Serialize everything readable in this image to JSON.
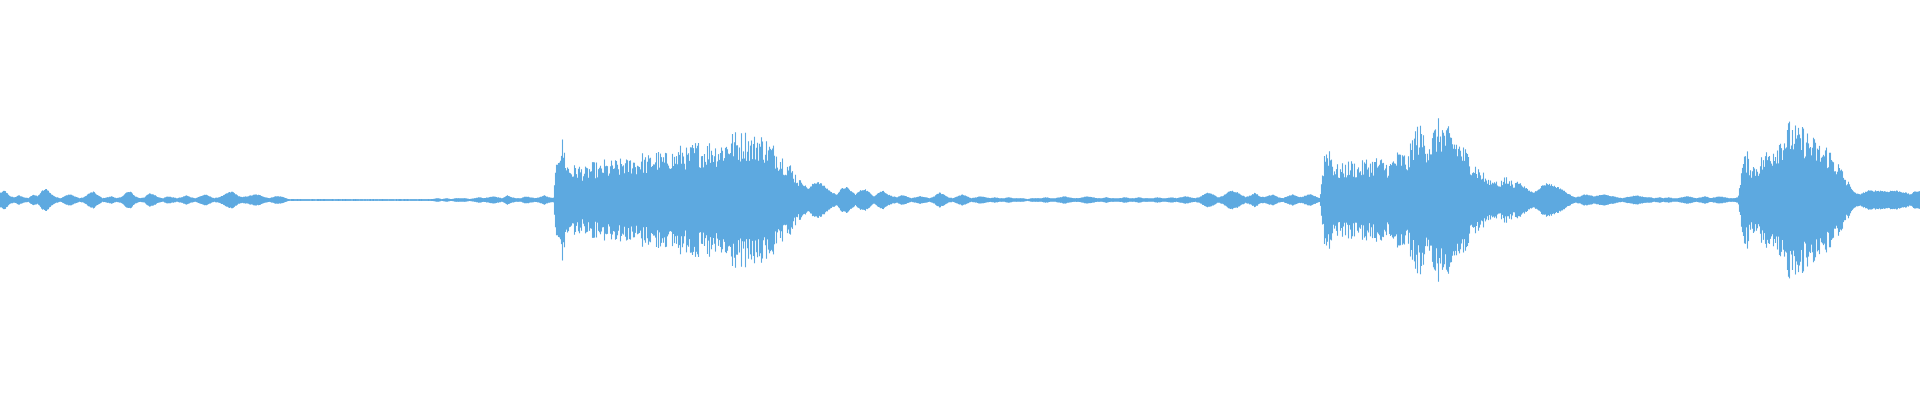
{
  "waveform": {
    "color": "#5DA9E0",
    "background": "#FFFFFF",
    "amplitude_range": [
      -1,
      1
    ],
    "amplitude_envelope": [
      0.08,
      0.1,
      0.04,
      0.03,
      0.05,
      0.03,
      0.02,
      0.06,
      0.04,
      0.1,
      0.12,
      0.06,
      0.03,
      0.02,
      0.05,
      0.06,
      0.04,
      0.02,
      0.03,
      0.07,
      0.09,
      0.05,
      0.02,
      0.03,
      0.04,
      0.02,
      0.03,
      0.08,
      0.09,
      0.04,
      0.02,
      0.03,
      0.07,
      0.06,
      0.03,
      0.02,
      0.04,
      0.03,
      0.02,
      0.03,
      0.05,
      0.03,
      0.02,
      0.04,
      0.06,
      0.04,
      0.02,
      0.03,
      0.05,
      0.08,
      0.09,
      0.05,
      0.03,
      0.04,
      0.05,
      0.06,
      0.05,
      0.03,
      0.02,
      0.04,
      0.04,
      0.03,
      0.01,
      0.01,
      0.01,
      0.01,
      0.01,
      0.01,
      0.01,
      0.01,
      0.01,
      0.01,
      0.01,
      0.01,
      0.01,
      0.01,
      0.01,
      0.01,
      0.01,
      0.01,
      0.01,
      0.01,
      0.01,
      0.01,
      0.01,
      0.01,
      0.01,
      0.01,
      0.01,
      0.01,
      0.01,
      0.01,
      0.01,
      0.01,
      0.02,
      0.01,
      0.02,
      0.01,
      0.02,
      0.02,
      0.02,
      0.01,
      0.02,
      0.03,
      0.02,
      0.03,
      0.04,
      0.03,
      0.02,
      0.05,
      0.03,
      0.02,
      0.02,
      0.04,
      0.03,
      0.02,
      0.03,
      0.05,
      0.03,
      0.02,
      0.6,
      0.65,
      0.4,
      0.35,
      0.38,
      0.36,
      0.34,
      0.38,
      0.4,
      0.36,
      0.42,
      0.38,
      0.44,
      0.4,
      0.46,
      0.42,
      0.48,
      0.44,
      0.5,
      0.46,
      0.48,
      0.52,
      0.5,
      0.48,
      0.55,
      0.5,
      0.56,
      0.58,
      0.52,
      0.6,
      0.62,
      0.58,
      0.6,
      0.64,
      0.6,
      0.62,
      0.65,
      0.7,
      0.72,
      0.68,
      0.74,
      0.7,
      0.66,
      0.72,
      0.68,
      0.64,
      0.6,
      0.56,
      0.5,
      0.44,
      0.38,
      0.3,
      0.22,
      0.16,
      0.12,
      0.18,
      0.2,
      0.16,
      0.12,
      0.08,
      0.06,
      0.12,
      0.14,
      0.1,
      0.06,
      0.1,
      0.12,
      0.08,
      0.04,
      0.08,
      0.1,
      0.06,
      0.04,
      0.03,
      0.05,
      0.04,
      0.02,
      0.03,
      0.04,
      0.03,
      0.02,
      0.04,
      0.08,
      0.06,
      0.03,
      0.02,
      0.04,
      0.06,
      0.04,
      0.02,
      0.03,
      0.04,
      0.03,
      0.02,
      0.03,
      0.02,
      0.02,
      0.03,
      0.02,
      0.02,
      0.02,
      0.01,
      0.02,
      0.02,
      0.02,
      0.03,
      0.02,
      0.02,
      0.03,
      0.04,
      0.03,
      0.02,
      0.02,
      0.03,
      0.04,
      0.03,
      0.02,
      0.02,
      0.03,
      0.02,
      0.02,
      0.02,
      0.03,
      0.02,
      0.02,
      0.03,
      0.02,
      0.02,
      0.02,
      0.03,
      0.02,
      0.02,
      0.03,
      0.02,
      0.03,
      0.04,
      0.03,
      0.02,
      0.03,
      0.06,
      0.08,
      0.06,
      0.03,
      0.04,
      0.08,
      0.1,
      0.09,
      0.06,
      0.03,
      0.05,
      0.08,
      0.04,
      0.03,
      0.05,
      0.06,
      0.03,
      0.02,
      0.04,
      0.06,
      0.04,
      0.03,
      0.05,
      0.06,
      0.04,
      0.02,
      0.55,
      0.6,
      0.4,
      0.36,
      0.38,
      0.4,
      0.42,
      0.38,
      0.4,
      0.44,
      0.42,
      0.46,
      0.44,
      0.42,
      0.4,
      0.48,
      0.52,
      0.5,
      0.46,
      0.72,
      0.8,
      0.76,
      0.68,
      0.7,
      0.82,
      0.86,
      0.78,
      0.74,
      0.7,
      0.64,
      0.56,
      0.5,
      0.42,
      0.36,
      0.3,
      0.24,
      0.18,
      0.2,
      0.22,
      0.24,
      0.22,
      0.2,
      0.18,
      0.14,
      0.1,
      0.08,
      0.12,
      0.16,
      0.18,
      0.16,
      0.14,
      0.12,
      0.08,
      0.05,
      0.03,
      0.04,
      0.06,
      0.05,
      0.04,
      0.05,
      0.06,
      0.05,
      0.04,
      0.03,
      0.02,
      0.03,
      0.04,
      0.05,
      0.04,
      0.03,
      0.03,
      0.02,
      0.03,
      0.02,
      0.03,
      0.02,
      0.02,
      0.03,
      0.04,
      0.03,
      0.02,
      0.03,
      0.04,
      0.02,
      0.03,
      0.04,
      0.03,
      0.02,
      0.02,
      0.03,
      0.45,
      0.5,
      0.38,
      0.4,
      0.46,
      0.52,
      0.58,
      0.62,
      0.7,
      0.76,
      0.82,
      0.8,
      0.74,
      0.78,
      0.72,
      0.66,
      0.62,
      0.56,
      0.58,
      0.52,
      0.44,
      0.36,
      0.26,
      0.16,
      0.08,
      0.06,
      0.08,
      0.1,
      0.1,
      0.1,
      0.1,
      0.09,
      0.1,
      0.1,
      0.09,
      0.08,
      0.06,
      0.09,
      0.1
    ]
  }
}
